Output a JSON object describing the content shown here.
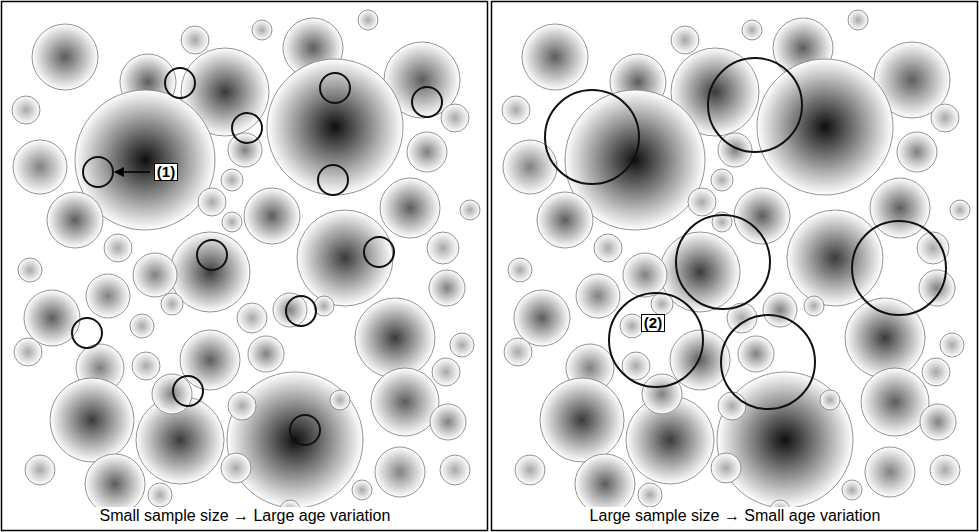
{
  "diagram": {
    "labels": [
      "(1)",
      "Small sample size → Large age variation",
      "(2)",
      "Large sample size → Small age variation"
    ]
  }
}
